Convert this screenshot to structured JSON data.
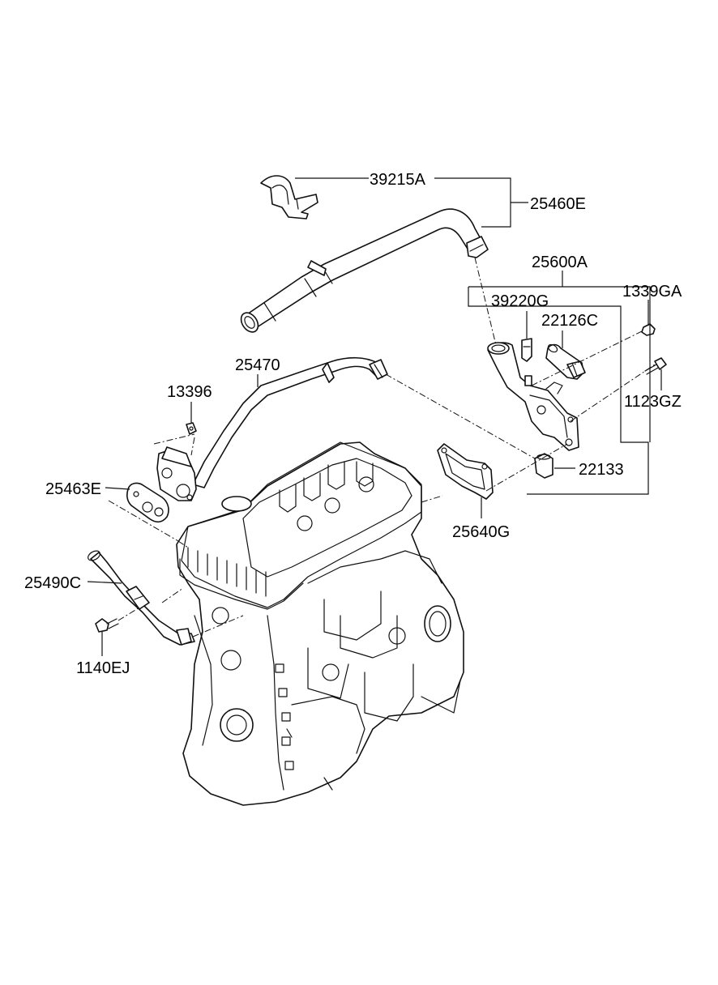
{
  "diagram": {
    "labels": {
      "p39215A": "39215A",
      "p25460E": "25460E",
      "p25600A": "25600A",
      "p39220G": "39220G",
      "p1339GA": "1339GA",
      "p22126C": "22126C",
      "p25470": "25470",
      "p13396": "13396",
      "p1123GZ": "1123GZ",
      "p25463E": "25463E",
      "p22133": "22133",
      "p25640G": "25640G",
      "p25490C": "25490C",
      "p1140EJ": "1140EJ"
    }
  }
}
